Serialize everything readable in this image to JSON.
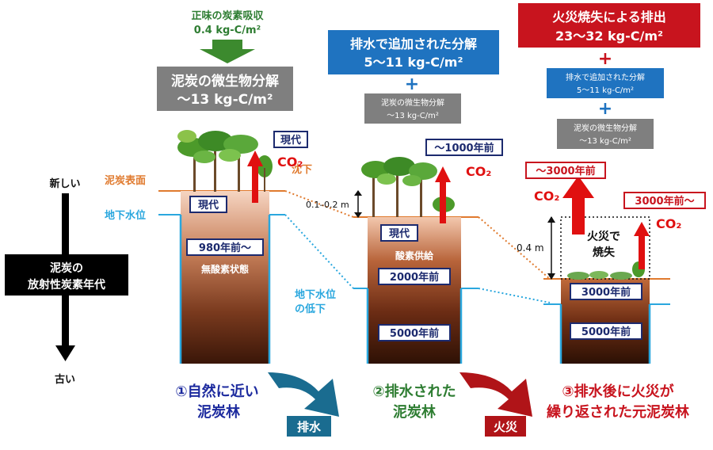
{
  "header": {
    "net_absorption": [
      "正味の炭素吸収",
      "0.4 kg-C/m²"
    ],
    "microbial_big": [
      "泥炭の微生物分解",
      "〜13 kg-C/m²"
    ],
    "drainage_big": [
      "排水で追加された分解",
      "5〜11 kg-C/m²"
    ],
    "microbial_small": [
      "泥炭の微生物分解",
      "〜13 kg-C/m²"
    ],
    "fire_big": [
      "火災焼失による排出",
      "23〜32 kg-C/m²"
    ],
    "drainage_small": [
      "排水で追加された分解",
      "5〜11 kg-C/m²"
    ],
    "microbial_small2": [
      "泥炭の微生物分解",
      "〜13 kg-C/m²"
    ],
    "plus": "+"
  },
  "left_axis": {
    "newer": "新しい",
    "older": "古い",
    "label": [
      "泥炭の",
      "放射性炭素年代"
    ]
  },
  "layer_labels": {
    "peat_surface": "泥炭表面",
    "water_table": "地下水位",
    "subsidence": "沈下",
    "water_drop": [
      "地下水位",
      "の低下"
    ],
    "sub_depth": "0.1–0.2 m",
    "fire_depth": "0.4 m"
  },
  "col1": {
    "top_age": "現代",
    "surface_age": "現代",
    "age_980": "980年前〜",
    "anoxic": "無酸素状態",
    "co2": "CO₂"
  },
  "col2": {
    "top_age": "〜1000年前",
    "surface_age": "現代",
    "oxygen": "酸素供給",
    "age_2000": "2000年前",
    "age_5000": "5000年前",
    "co2": "CO₂"
  },
  "col3": {
    "top_age": "〜3000年前",
    "right_age": "3000年前〜",
    "burned": [
      "火災で",
      "焼失"
    ],
    "age_3000": "3000年前",
    "age_5000": "5000年前",
    "co2": "CO₂",
    "co2_right": "CO₂"
  },
  "bottom": {
    "stage1": [
      "①自然に近い",
      "泥炭林"
    ],
    "stage2": [
      "②排水された",
      "泥炭林"
    ],
    "stage3": [
      "③排水後に火災が",
      "繰り返された元泥炭林"
    ],
    "drain_label": "排水",
    "fire_label": "火災"
  },
  "colors": {
    "green_text": "#2e7d32",
    "blue_box": "#1f73c0",
    "red_box": "#c8141e",
    "gray_box": "#7f7f7f",
    "peat_surface_line": "#e07a2e",
    "water_line": "#2aa7de",
    "navy": "#1c2a6e",
    "red": "#e01010"
  }
}
